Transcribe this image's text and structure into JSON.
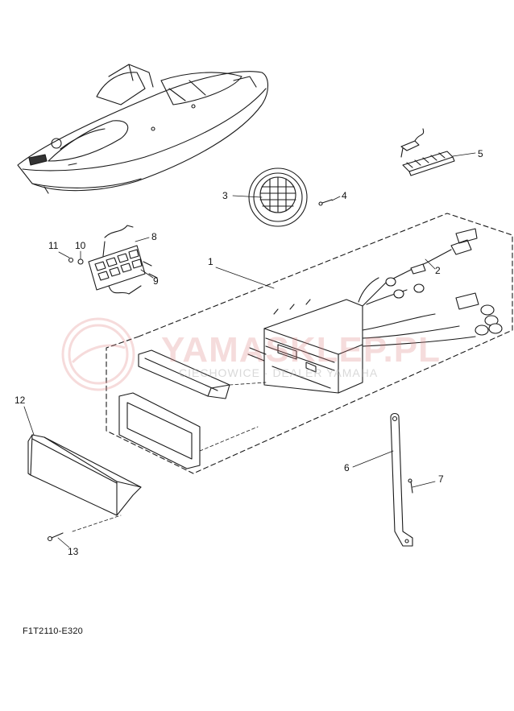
{
  "callouts": [
    "1",
    "2",
    "3",
    "4",
    "5",
    "6",
    "7",
    "8",
    "9",
    "10",
    "11",
    "12",
    "13"
  ],
  "figure_code": "F1T2110-E320",
  "watermark": {
    "brand": "YAMASKLEP.PL",
    "tagline": "CIECHOWICE · DEALER YAMAHA",
    "color": "#e07c7c"
  }
}
